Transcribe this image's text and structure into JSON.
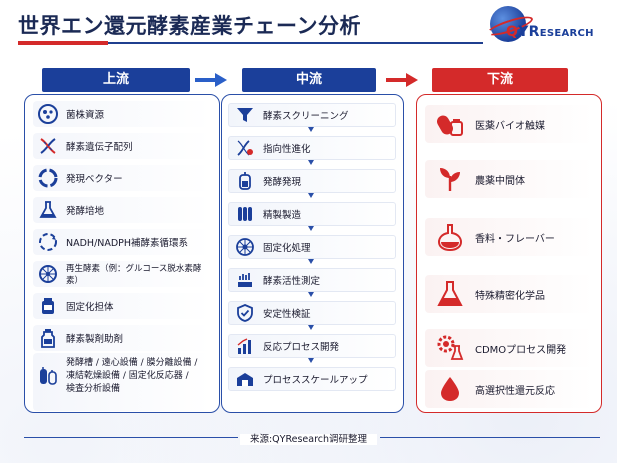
{
  "title": "世界エン還元酵素産業チェーン分析",
  "logo": {
    "brand_q": "Q",
    "brand_rest": "YR",
    "brand_tail": "ESEARCH"
  },
  "colors": {
    "blue": "#1b3f9a",
    "red": "#d42a2a"
  },
  "columns": {
    "upstream": {
      "header": "上流",
      "items": [
        {
          "label": "菌株資源",
          "icon": "cell-icon"
        },
        {
          "label": "酵素遺伝子配列",
          "icon": "dna-icon"
        },
        {
          "label": "発現ベクター",
          "icon": "vector-ring-icon"
        },
        {
          "label": "発酵培地",
          "icon": "flask-icon"
        },
        {
          "label": "NADH/NADPH補酵素循環系",
          "icon": "cycle-icon"
        },
        {
          "label": "再生酵素（例：グルコース脱水素酵素）",
          "icon": "enzyme-wheel-icon"
        },
        {
          "label": "固定化担体",
          "icon": "carrier-jar-icon"
        },
        {
          "label": "酵素製剤助剤",
          "icon": "bottle-icon"
        },
        {
          "label": "発酵槽 / 遠心設備 / 膜分離設備 /",
          "label2": "凍結乾燥設備 / 固定化反応器 /",
          "label3": "検査分析設備",
          "icon": "fermenter-icon"
        }
      ]
    },
    "midstream": {
      "header": "中流",
      "items": [
        {
          "label": "酵素スクリーニング",
          "icon": "funnel-icon"
        },
        {
          "label": "指向性進化",
          "icon": "dna-gear-icon"
        },
        {
          "label": "発酵発現",
          "icon": "bioreactor-icon"
        },
        {
          "label": "精製製造",
          "icon": "tubes-icon"
        },
        {
          "label": "固定化処理",
          "icon": "wheel-icon"
        },
        {
          "label": "酵素活性測定",
          "icon": "activity-icon"
        },
        {
          "label": "安定性検証",
          "icon": "shield-check-icon"
        },
        {
          "label": "反応プロセス開発",
          "icon": "bar-chart-icon"
        },
        {
          "label": "プロセススケールアップ",
          "icon": "factory-box-icon"
        }
      ]
    },
    "downstream": {
      "header": "下流",
      "items": [
        {
          "label": "医薬バイオ触媒",
          "icon": "pill-icon"
        },
        {
          "label": "農薬中間体",
          "icon": "plant-icon"
        },
        {
          "label": "香料・フレーバー",
          "icon": "round-flask-icon"
        },
        {
          "label": "特殊精密化学品",
          "icon": "conical-flask-icon"
        },
        {
          "label": "CDMOプロセス開発",
          "icon": "gear-flask-icon"
        },
        {
          "label": "高選択性還元反応",
          "icon": "drop-icon"
        }
      ]
    }
  },
  "source": "来源:QYResearch调研整理"
}
